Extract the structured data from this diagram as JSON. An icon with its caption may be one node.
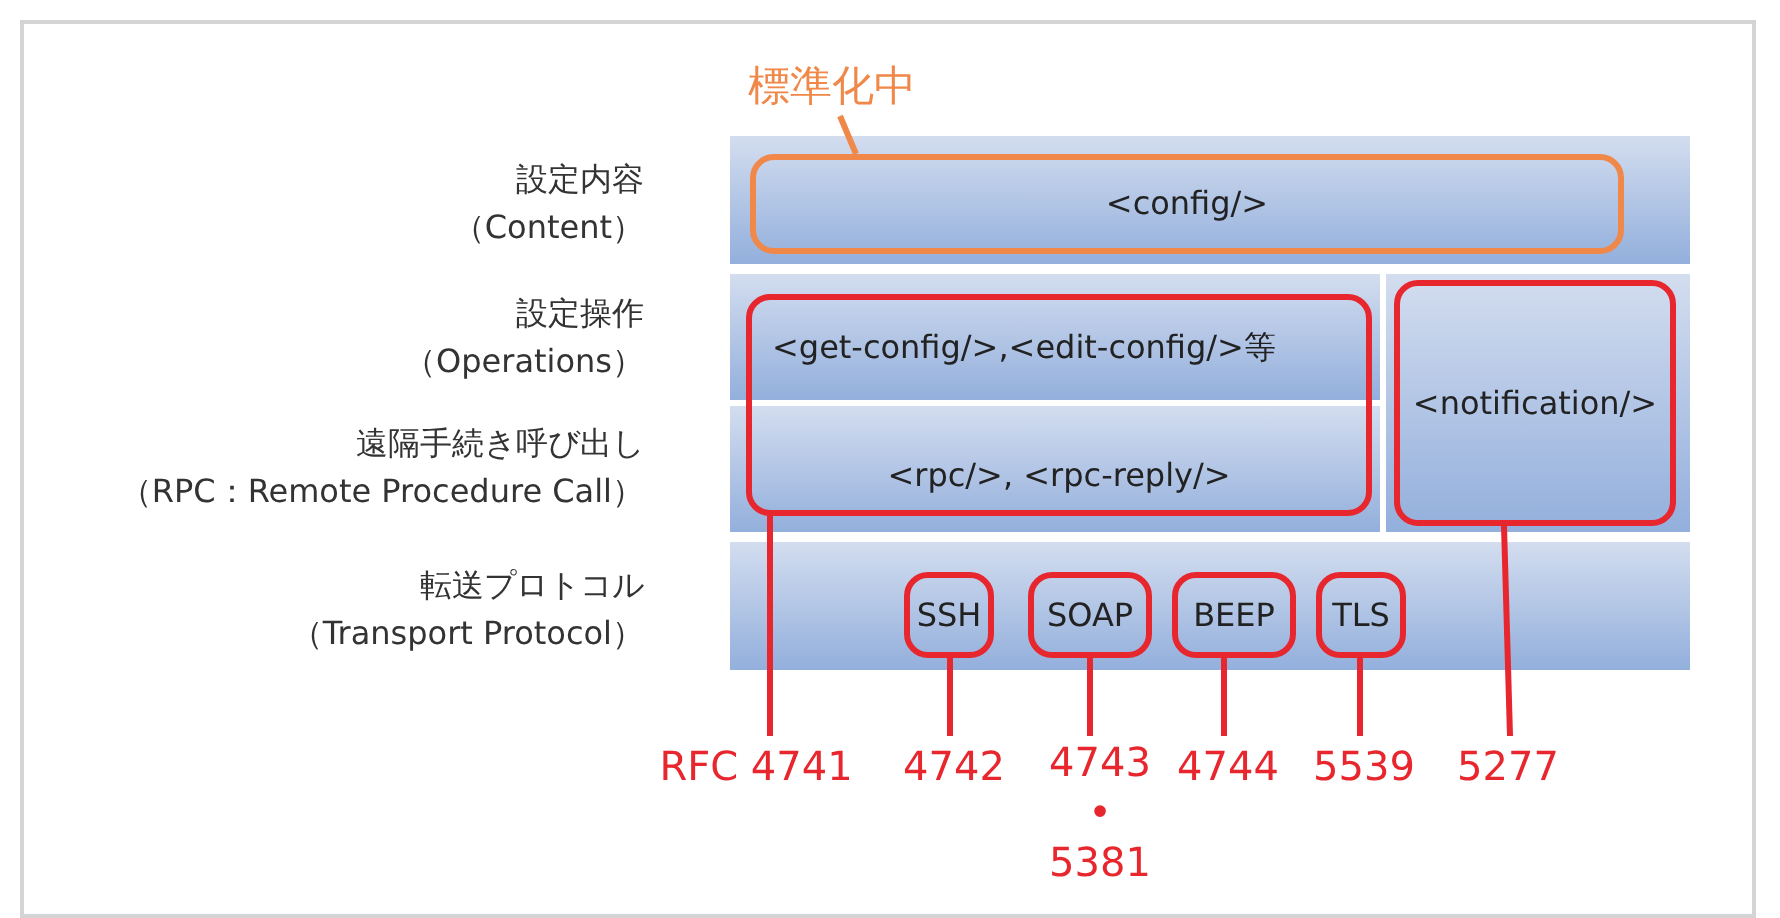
{
  "diagram": {
    "nodes": [
      {
        "text": [
          "標準化中"
        ]
      },
      {
        "text": [
          "<config/>"
        ]
      },
      {
        "text": [
          "<get-config/>,<edit-config/>等",
          "<rpc/>, <rpc-reply/>"
        ]
      },
      {
        "text": [
          "<notification/>"
        ]
      },
      {
        "text": [
          "SSH"
        ]
      },
      {
        "text": [
          "SOAP"
        ]
      },
      {
        "text": [
          "BEEP"
        ]
      },
      {
        "text": [
          "TLS"
        ]
      },
      {
        "text": [
          "RFC 4741"
        ]
      },
      {
        "text": [
          "4742"
        ]
      },
      {
        "text": [
          "4743 • 5381"
        ]
      },
      {
        "text": [
          "4744"
        ]
      },
      {
        "text": [
          "5539"
        ]
      },
      {
        "text": [
          "5277"
        ]
      }
    ],
    "edges": [
      {
        "from": 0,
        "to": 1,
        "arrow": "none",
        "color": "#f0884a"
      },
      {
        "from": 8,
        "to": 2,
        "arrow": "none"
      },
      {
        "from": 9,
        "to": 4,
        "arrow": "none"
      },
      {
        "from": 10,
        "to": 5,
        "arrow": "none"
      },
      {
        "from": 11,
        "to": 6,
        "arrow": "none"
      },
      {
        "from": 12,
        "to": 7,
        "arrow": "none"
      },
      {
        "from": 13,
        "to": 3,
        "arrow": "none"
      }
    ],
    "labels": [
      "設定内容（Content）",
      "設定操作（Operations）",
      "遠隔手続き呼び出し（RPC：Remote Procedure Call）",
      "転送プロトコル（Transport Protocol）"
    ]
  }
}
